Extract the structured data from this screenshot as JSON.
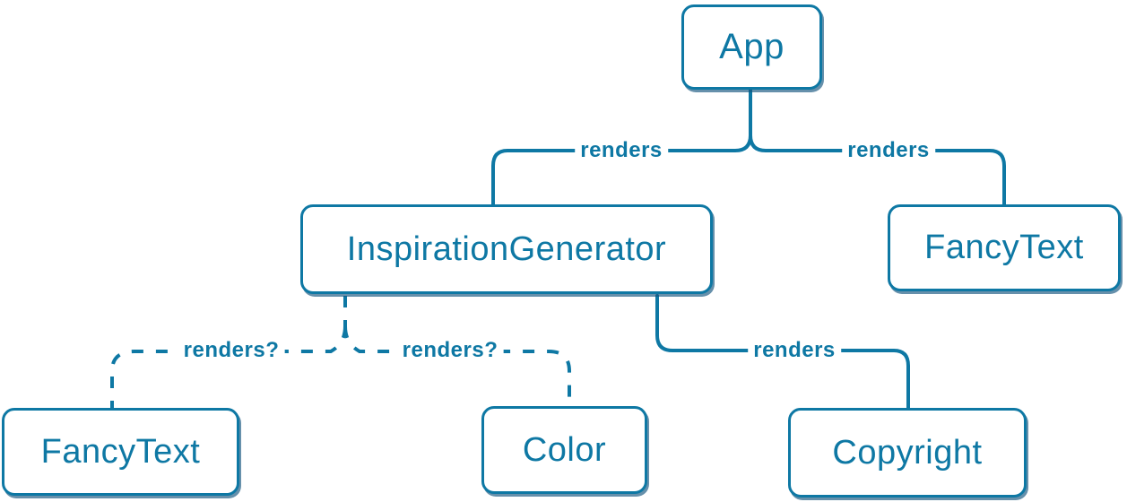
{
  "diagram": {
    "title": "react-component-render-tree",
    "colors": {
      "background": "#ffffff",
      "accent": "#0e78a4",
      "node_fill": "#ffffff",
      "node_shadow": "rgba(20,85,126,0.65)"
    },
    "nodes": [
      {
        "id": "app",
        "label": "App"
      },
      {
        "id": "inspiration-generator",
        "label": "InspirationGenerator"
      },
      {
        "id": "fancy-text-top",
        "label": "FancyText"
      },
      {
        "id": "fancy-text-bottom",
        "label": "FancyText"
      },
      {
        "id": "color",
        "label": "Color"
      },
      {
        "id": "copyright",
        "label": "Copyright"
      }
    ],
    "edges": [
      {
        "from": "App",
        "to": "InspirationGenerator",
        "label": "renders",
        "style": "solid"
      },
      {
        "from": "App",
        "to": "FancyText",
        "label": "renders",
        "style": "solid"
      },
      {
        "from": "InspirationGenerator",
        "to": "FancyText",
        "label": "renders?",
        "style": "dashed"
      },
      {
        "from": "InspirationGenerator",
        "to": "Color",
        "label": "renders?",
        "style": "dashed"
      },
      {
        "from": "InspirationGenerator",
        "to": "Copyright",
        "label": "renders",
        "style": "solid"
      }
    ]
  }
}
